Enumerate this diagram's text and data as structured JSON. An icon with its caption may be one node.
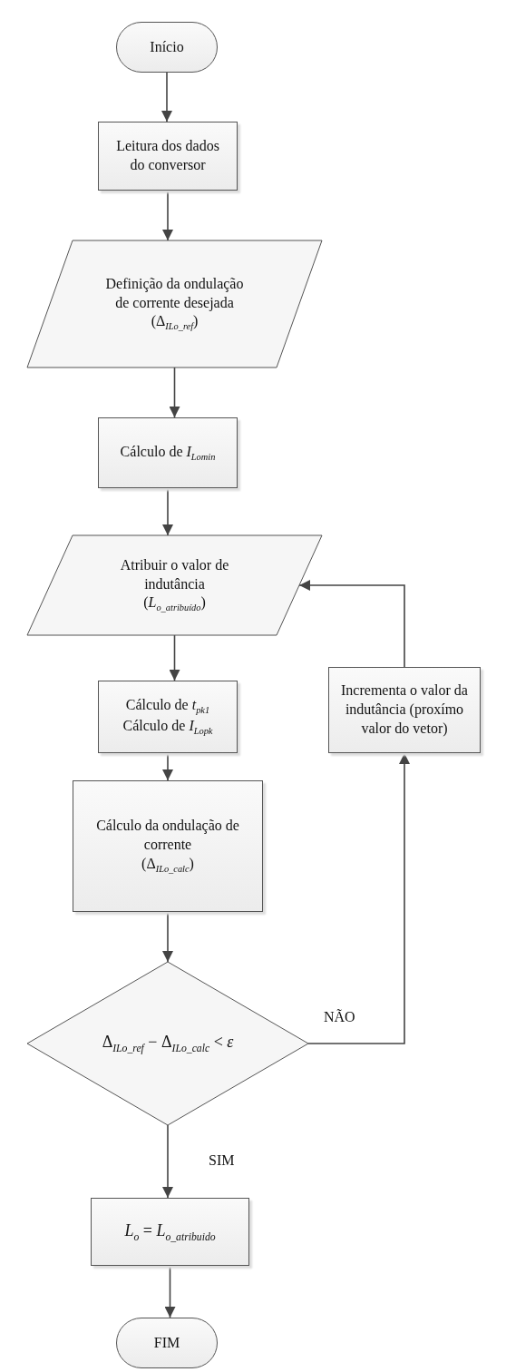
{
  "diagram": {
    "nodes": [
      {
        "text": [
          "Início"
        ]
      },
      {
        "text": [
          "Leitura dos dados do conversor"
        ]
      },
      {
        "text": [
          "Definição da ondulação de corrente desejada",
          "(Δ$_{ILo_ref}$)"
        ]
      },
      {
        "text": [
          "Cálculo de *I*$_{Lomin}$"
        ]
      },
      {
        "text": [
          "Atribuir o valor de indutância",
          "(*L*$_{o_atribuído}$)"
        ]
      },
      {
        "text": [
          "Cálculo de *t*$_{pk1}$",
          "Cálculo de *I*$_{Lopk}$"
        ]
      },
      {
        "text": [
          "Cálculo da ondulação de corrente",
          "(Δ$_{ILo_calc}$)"
        ]
      },
      {
        "text": [
          "Δ$_{ILo_ref}$ − Δ$_{ILo_calc}$ < *ε*"
        ]
      },
      {
        "text": [
          "Incrementa o valor da indutância (proxímo valor do vetor)"
        ]
      },
      {
        "text": [
          "*L*$_{o}$ = *L*$_{o_atribuido}$"
        ]
      },
      {
        "text": [
          "FIM"
        ]
      }
    ],
    "edges": [
      {
        "from": 0,
        "to": 1,
        "arrow": "to"
      },
      {
        "from": 1,
        "to": 2,
        "arrow": "to"
      },
      {
        "from": 2,
        "to": 3,
        "arrow": "to"
      },
      {
        "from": 3,
        "to": 4,
        "arrow": "to"
      },
      {
        "from": 4,
        "to": 5,
        "arrow": "to"
      },
      {
        "from": 5,
        "to": 6,
        "arrow": "to"
      },
      {
        "from": 6,
        "to": 7,
        "arrow": "to"
      },
      {
        "from": 7,
        "to": 9,
        "arrow": "to",
        "label": "SIM"
      },
      {
        "from": 7,
        "to": 8,
        "arrow": "to",
        "label": "NÃO"
      },
      {
        "from": 8,
        "to": 4,
        "arrow": "to"
      },
      {
        "from": 9,
        "to": 10,
        "arrow": "to"
      }
    ]
  }
}
